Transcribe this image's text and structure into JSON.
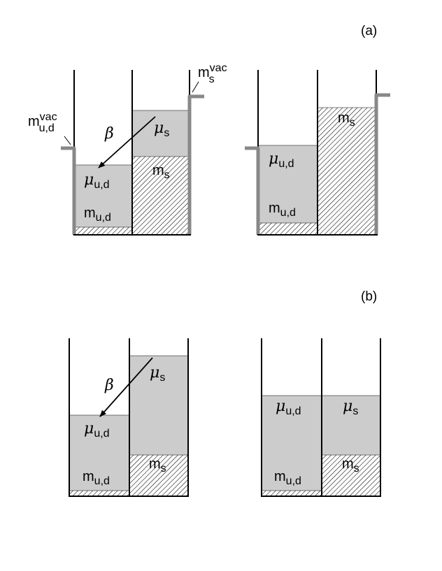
{
  "panel_a": {
    "tag": "(a)",
    "left": {
      "vac_ud": {
        "m": "m",
        "sup": "vac",
        "sub": "u,d"
      },
      "vac_s": {
        "m": "m",
        "sup": "vac",
        "sub": "s"
      },
      "beta": "β",
      "mu_s": {
        "sym": "μ",
        "sub": "s"
      },
      "m_s": {
        "sym": "m",
        "sub": "s"
      },
      "mu_ud": {
        "sym": "μ",
        "sub": "u,d"
      },
      "m_ud": {
        "sym": "m",
        "sub": "u,d"
      }
    },
    "right": {
      "m_s": {
        "sym": "m",
        "sub": "s"
      },
      "mu_ud": {
        "sym": "μ",
        "sub": "u,d"
      },
      "m_ud": {
        "sym": "m",
        "sub": "u,d"
      }
    }
  },
  "panel_b": {
    "tag": "(b)",
    "left": {
      "beta": "β",
      "mu_s": {
        "sym": "μ",
        "sub": "s"
      },
      "m_s": {
        "sym": "m",
        "sub": "s"
      },
      "mu_ud": {
        "sym": "μ",
        "sub": "u,d"
      },
      "m_ud": {
        "sym": "m",
        "sub": "u,d"
      }
    },
    "right": {
      "mu_s": {
        "sym": "μ",
        "sub": "s"
      },
      "m_s": {
        "sym": "m",
        "sub": "s"
      },
      "mu_ud": {
        "sym": "μ",
        "sub": "u,d"
      },
      "m_ud": {
        "sym": "m",
        "sub": "u,d"
      }
    }
  },
  "colors": {
    "fill_gray": "#cccccc",
    "wall_gray": "#888888",
    "ink": "#000000"
  }
}
